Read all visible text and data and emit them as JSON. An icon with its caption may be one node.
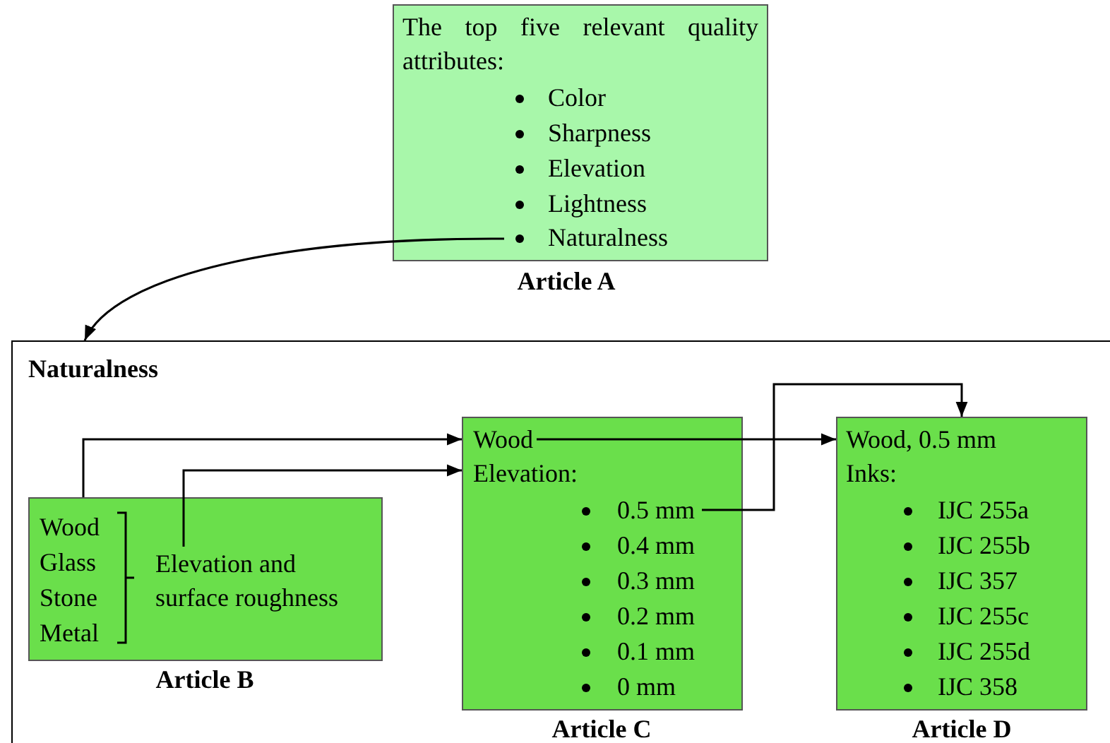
{
  "diagram": {
    "nodes": [
      {
        "text": [
          "The top five relevant quality attributes:",
          "Color",
          "Sharpness",
          "Elevation",
          "Lightness"
        ],
        "beside": [
          "Article A"
        ]
      },
      {
        "text": [
          "Naturalness"
        ],
        "in": 0
      },
      {
        "text": [
          "Naturalness"
        ]
      },
      {
        "text": [
          "Wood",
          "Glass",
          "Stone",
          "Metal"
        ],
        "in": 2,
        "beside": [
          "Article B"
        ]
      },
      {
        "text": [
          "Elevation and surface roughness"
        ],
        "in": 3
      },
      {
        "text": [
          "Elevation:",
          "0.4 mm",
          "0.3 mm",
          "0.2 mm",
          "0.1 mm",
          "0 mm"
        ],
        "in": 2,
        "beside": [
          "Article C"
        ]
      },
      {
        "text": [
          "Wood"
        ],
        "in": 5
      },
      {
        "text": [
          "0.5 mm"
        ],
        "in": 5
      },
      {
        "text": [
          "Wood, 0.5 mm",
          "Inks:",
          "IJC 255a",
          "IJC 255b",
          "IJC 357",
          "IJC 255c",
          "IJC 255d",
          "IJC 358"
        ],
        "in": 2,
        "beside": [
          "Article D"
        ]
      }
    ],
    "edges": [
      {
        "from": 1,
        "to": 2,
        "arrow": "to"
      },
      {
        "from": 3,
        "to": 5,
        "arrow": "to"
      },
      {
        "from": 4,
        "to": 5,
        "arrow": "to"
      },
      {
        "from": 6,
        "to": 8,
        "arrow": "to"
      },
      {
        "from": 7,
        "to": 8,
        "arrow": "to"
      }
    ]
  }
}
